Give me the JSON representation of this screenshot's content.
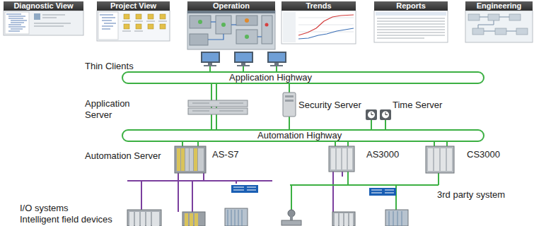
{
  "diagram": {
    "nodes": [
      {
        "text": [
          "Diagnostic View"
        ]
      },
      {
        "text": [
          "Project View"
        ]
      },
      {
        "text": [
          "Operation"
        ]
      },
      {
        "text": [
          "Trends"
        ]
      },
      {
        "text": [
          "Reports"
        ]
      },
      {
        "text": [
          "Engineering"
        ]
      },
      {
        "text": [
          "Application Highway"
        ]
      },
      {
        "text": [
          "Automation Highway"
        ]
      }
    ],
    "labels": [
      "Thin Clients",
      "Application Server",
      "Security Server",
      "Time Server",
      "Automation Server",
      "AS-S7",
      "AS3000",
      "CS3000",
      "3rd party system",
      "I/O systems",
      "Intelligent field devices"
    ]
  }
}
